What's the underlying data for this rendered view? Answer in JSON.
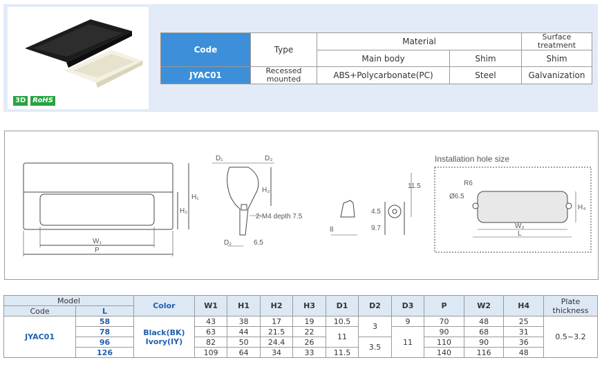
{
  "badges": {
    "three_d": "3D",
    "rohs": "RoHS"
  },
  "spec": {
    "code_header": "Code",
    "type_header": "Type",
    "material_header": "Material",
    "surface_header": "Surface treatment",
    "main_body_header": "Main body",
    "shim_header": "Shim",
    "shim_sub_header": "Shim",
    "code": "JYAC01",
    "type": "Recessed mounted",
    "main_body": "ABS+Polycarbonate(PC)",
    "shim": "Steel",
    "surface": "Galvanization"
  },
  "drawing": {
    "w1": "W₁",
    "p": "P",
    "h1": "H₁",
    "h2": "H₂",
    "d1": "D₁",
    "d2": "D₂",
    "d3": "D₃",
    "h3": "H₃",
    "m4": "2-M4 depth 7.5",
    "d2_val": "6.5",
    "dim8": "8",
    "dim115": "11.5",
    "dim45": "4.5",
    "dim97": "9.7",
    "install_title": "Installation hole size",
    "r6": "R6",
    "phi": "Ø6.5",
    "w2": "W₂",
    "l": "L",
    "h4": "H₄"
  },
  "table": {
    "headers": {
      "model": "Model",
      "code": "Code",
      "l": "L",
      "color": "Color",
      "w1": "W1",
      "h1": "H1",
      "h2": "H2",
      "h3": "H3",
      "d1": "D1",
      "d2": "D2",
      "d3": "D3",
      "p": "P",
      "w2": "W2",
      "h4": "H4",
      "plate": "Plate thickness"
    },
    "code": "JYAC01",
    "color_1": "Black(BK)",
    "color_2": "Ivory(IY)",
    "d2_a": "3",
    "d2_b": "3.5",
    "d3_a": "9",
    "d3_b": "11",
    "d1_mid": "11",
    "plate": "0.5~3.2",
    "rows": [
      {
        "l": "58",
        "w1": "43",
        "h1": "38",
        "h2": "17",
        "h3": "19",
        "d1": "10.5",
        "p": "70",
        "w2": "48",
        "h4": "25"
      },
      {
        "l": "78",
        "w1": "63",
        "h1": "44",
        "h2": "21.5",
        "h3": "22",
        "p": "90",
        "w2": "68",
        "h4": "31"
      },
      {
        "l": "96",
        "w1": "82",
        "h1": "50",
        "h2": "24.4",
        "h3": "26",
        "p": "110",
        "w2": "90",
        "h4": "36"
      },
      {
        "l": "126",
        "w1": "109",
        "h1": "64",
        "h2": "34",
        "h3": "33",
        "d1": "11.5",
        "p": "140",
        "w2": "116",
        "h4": "48"
      }
    ]
  }
}
